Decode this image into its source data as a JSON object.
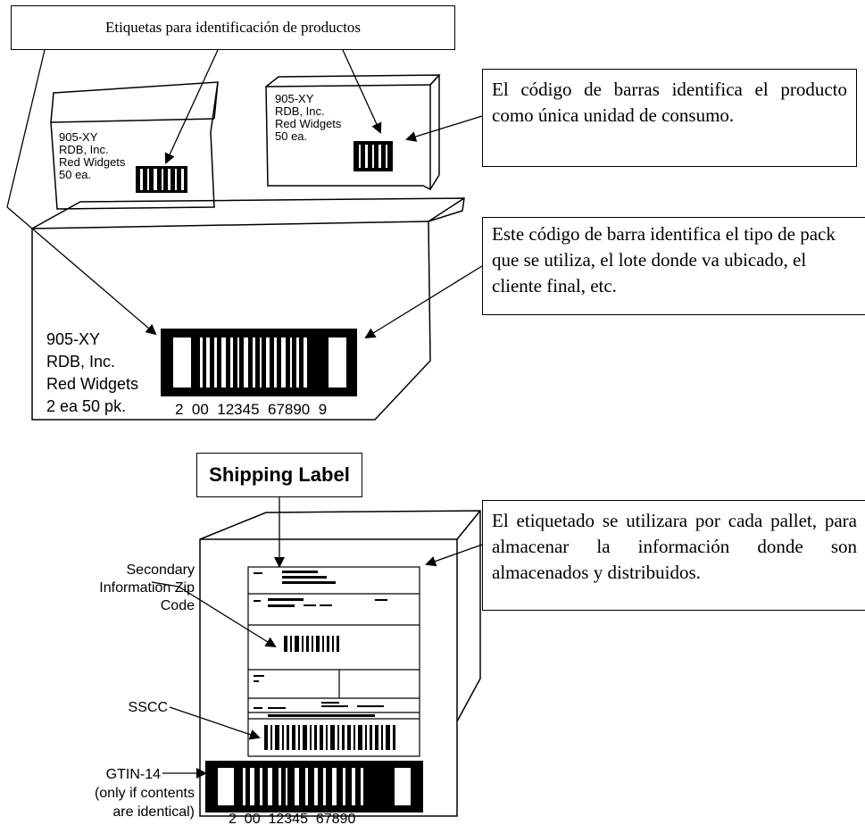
{
  "title_label": "Etiquetas para identificación de productos",
  "small_box_left": {
    "lines": [
      "905-XY",
      "RDB, Inc.",
      "Red Widgets",
      "50 ea."
    ]
  },
  "small_box_right": {
    "lines": [
      "905-XY",
      "RDB, Inc.",
      "Red Widgets",
      "50 ea."
    ]
  },
  "callout_top": "El código de barras identifica el producto como única unidad de consumo.",
  "callout_mid": "Este código de barra identifica el tipo de pack que se utiliza, el lote donde va ubicado, el cliente final, etc.",
  "case_box": {
    "lines": [
      "905-XY",
      "RDB, Inc.",
      "Red Widgets",
      "2 ea 50 pk."
    ],
    "barcode_number": "2  00  12345  67890  9"
  },
  "shipping_label_title": "Shipping Label",
  "callout_bottom": "El etiquetado se utilizara  por cada pallet, para almacenar la información donde son almacenados y distribuidos.",
  "pallet_labels": {
    "secondary": [
      "Secondary",
      "Information Zip",
      "Code"
    ],
    "sscc": "SSCC",
    "gtin": [
      "GTIN-14",
      "(only if contents",
      "are identical)"
    ],
    "gtin_number": "2  00  12345  67890"
  }
}
